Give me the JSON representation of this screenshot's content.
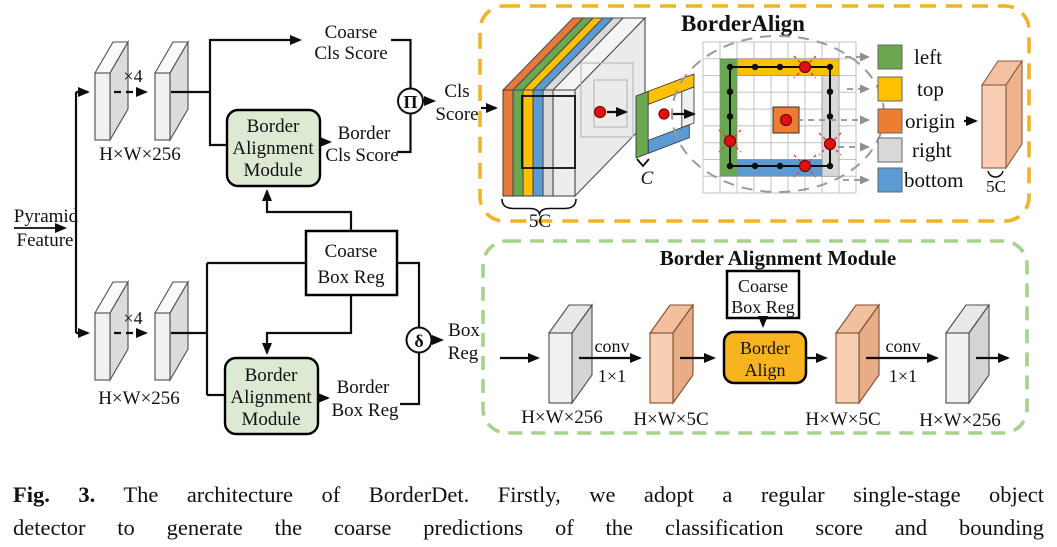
{
  "left_diagram": {
    "pyramid_label": [
      "Pyramid",
      "Feature"
    ],
    "scale_top": "×4",
    "scale_bottom": "×4",
    "feat_dim_top": "H×W×256",
    "feat_dim_bottom": "H×W×256",
    "coarse_cls": [
      "Coarse",
      "Cls Score"
    ],
    "border_cls": [
      "Border",
      "Cls Score"
    ],
    "bam_top": [
      "Border",
      "Alignment",
      "Module"
    ],
    "bam_bottom": [
      "Border",
      "Alignment",
      "Module"
    ],
    "coarse_box": [
      "Coarse",
      "Box Reg"
    ],
    "border_box": [
      "Border",
      "Box Reg"
    ],
    "product_symbol": "Π",
    "delta_symbol": "δ",
    "cls_out": [
      "Cls",
      "Score"
    ],
    "box_out": [
      "Box",
      "Reg"
    ]
  },
  "border_align_panel": {
    "title": "BorderAlign",
    "stack_label": "5C",
    "border_feature_label": "C",
    "legend": [
      {
        "label": "left",
        "color": "#6aa84f"
      },
      {
        "label": "top",
        "color": "#ffc000"
      },
      {
        "label": "origin",
        "color": "#ed7d31"
      },
      {
        "label": "right",
        "color": "#d9d9d9"
      },
      {
        "label": "bottom",
        "color": "#5b9bd5"
      }
    ],
    "output_label": "5C"
  },
  "bam_panel": {
    "title": "Border Alignment Module",
    "coarse_box": [
      "Coarse",
      "Box Reg"
    ],
    "border_align": [
      "Border",
      "Align"
    ],
    "conv1": [
      "conv",
      "1×1"
    ],
    "conv2": [
      "conv",
      "1×1"
    ],
    "dims": [
      "H×W×256",
      "H×W×5C",
      "H×W×5C",
      "H×W×256"
    ]
  },
  "caption": {
    "fig": "Fig. 3.",
    "line1": "The architecture of BorderDet. Firstly, we adopt a regular single-stage object",
    "line2": "detector to generate the coarse predictions of the classification score and bounding"
  },
  "colors": {
    "module_fill": "#dcead3",
    "panel1_border": "#f1b32b",
    "panel2_border": "#a6d28c",
    "border_align_fill": "#f7b41f",
    "red_dot": "#e01010"
  }
}
